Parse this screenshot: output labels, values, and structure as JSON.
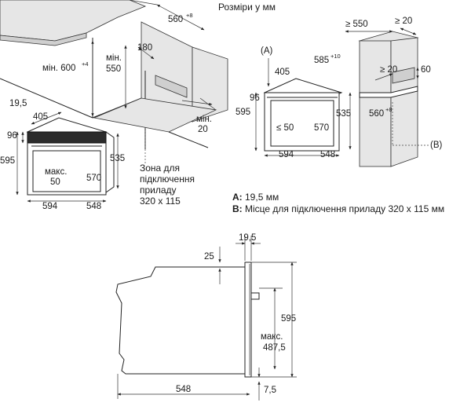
{
  "header": {
    "title": "Розміри у мм"
  },
  "left_drawing": {
    "width_top": "560",
    "width_top_tol": "+8",
    "height_min": "мін. 600",
    "height_min_tol": "+4",
    "inner_min": "мін.",
    "inner_min_value": "550",
    "depth_180": "180",
    "side_min": "мін.",
    "side_min_value": "20",
    "zone_line1": "Зона для",
    "zone_line2": "підключення",
    "zone_line3": "приладу",
    "zone_line4": "320 x 115",
    "oven_19_5": "19,5",
    "oven_405": "405",
    "oven_96": "96",
    "oven_595": "595",
    "oven_max": "макс.",
    "oven_max_value": "50",
    "oven_570": "570",
    "oven_535": "535",
    "oven_594": "594",
    "oven_548": "548"
  },
  "right_drawing": {
    "marker_a": "(A)",
    "marker_b": "(B)",
    "d405": "405",
    "d96": "96",
    "d595": "595",
    "d_le50": "≤ 50",
    "d570": "570",
    "d535": "535",
    "d585": "585",
    "d585_tol": "+10",
    "d594": "594",
    "d548": "548",
    "d_ge550": "≥ 550",
    "d_ge20_top": "≥ 20",
    "d_ge20_mid": "≥ 20",
    "d60": "60",
    "d560": "560",
    "d560_tol": "+8"
  },
  "legend": {
    "a_key": "A:",
    "a_text": " 19,5 мм",
    "b_key": "B:",
    "b_text": " Місце для підключення приладу 320 x 115 мм"
  },
  "side_view": {
    "d19_5": "19,5",
    "d25": "25",
    "d595": "595",
    "d_max": "макс.",
    "d487_5": "487,5",
    "d548": "548",
    "d7_5": "7,5"
  }
}
